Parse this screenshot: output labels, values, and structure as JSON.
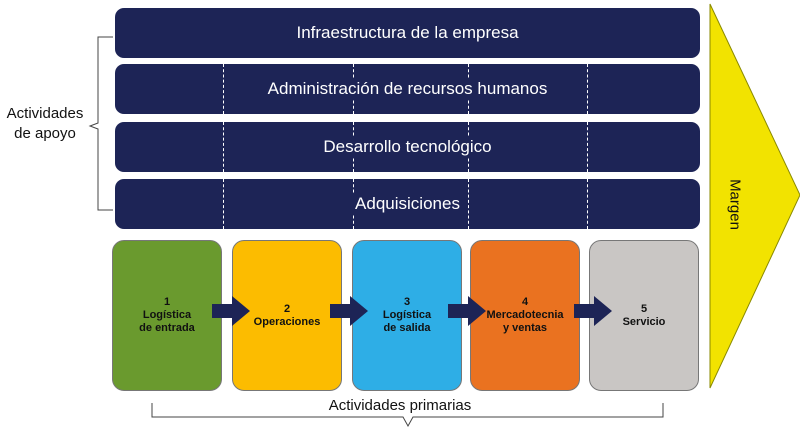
{
  "support": {
    "group_label_line1": "Actividades",
    "group_label_line2": "de apoyo",
    "items": [
      {
        "label": "Infraestructura de la empresa"
      },
      {
        "label": "Administración de recursos humanos"
      },
      {
        "label": "Desarrollo tecnológico"
      },
      {
        "label": "Adquisiciones"
      }
    ]
  },
  "margin": {
    "label": "Margen",
    "color": "#f2e300"
  },
  "primary": {
    "group_label": "Actividades primarias",
    "items": [
      {
        "number": "1",
        "line1": "Logística",
        "line2": "de entrada",
        "color": "#6a9a2e"
      },
      {
        "number": "2",
        "line1": "Operaciones",
        "line2": "",
        "color": "#fcbc00"
      },
      {
        "number": "3",
        "line1": "Logística",
        "line2": "de salida",
        "color": "#2eaee6"
      },
      {
        "number": "4",
        "line1": "Mercadotecnia",
        "line2": "y ventas",
        "color": "#ea7220"
      },
      {
        "number": "5",
        "line1": "Servicio",
        "line2": "",
        "color": "#c9c6c4"
      }
    ]
  },
  "colors": {
    "bar": "#1d2456",
    "arrow": "#1d2456"
  }
}
